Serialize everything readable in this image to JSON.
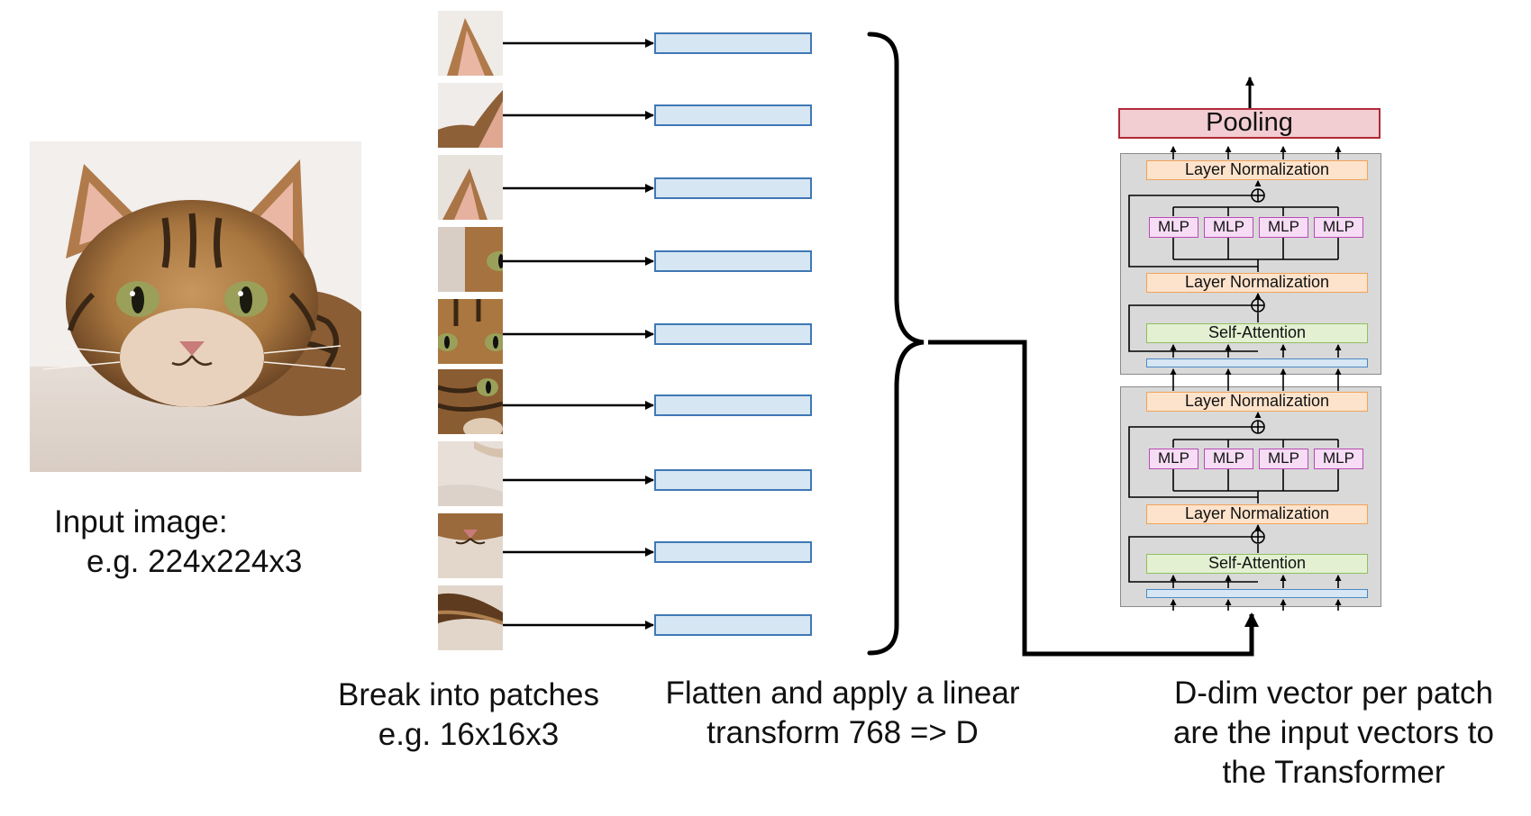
{
  "captions": {
    "input_line1": "Input image:",
    "input_line2": "e.g. 224x224x3",
    "patches_line1": "Break into patches",
    "patches_line2": "e.g. 16x16x3",
    "flatten_line1": "Flatten and apply a linear",
    "flatten_line2": "transform 768 => D",
    "vector_line1": "D-dim vector per patch",
    "vector_line2": "are the input vectors to",
    "vector_line3": "the Transformer"
  },
  "transformer": {
    "pooling_label": "Pooling",
    "layer_norm_label": "Layer Normalization",
    "self_attention_label": "Self-Attention",
    "mlp_label": "MLP"
  },
  "colors": {
    "embedding_fill": "#d6e6f3",
    "embedding_border": "#3f78b4",
    "layer_norm_fill": "#fde3cc",
    "self_attention_fill": "#e3f0d2",
    "mlp_fill": "#f6dcf4",
    "pooling_fill": "#f2cdd1",
    "pooling_border": "#b02a37"
  }
}
